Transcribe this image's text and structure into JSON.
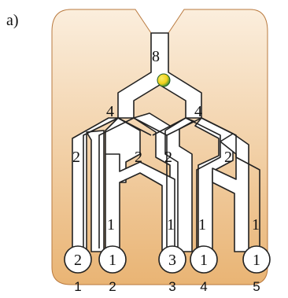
{
  "label": "a)",
  "colors": {
    "board_top": "#fbeedd",
    "board_bottom": "#e9b474",
    "channel": "#ffffff",
    "outline": "#222222",
    "ball_fill": "#f2d21a",
    "ball_accent": "#2f8a3a"
  },
  "junctions": [
    {
      "id": "top",
      "count": "8"
    },
    {
      "id": "left-level1",
      "count": "4"
    },
    {
      "id": "right-level1",
      "count": "4"
    },
    {
      "id": "left-left-level2",
      "count": "2"
    },
    {
      "id": "left-right-level2",
      "count": "2"
    },
    {
      "id": "right-left-level2",
      "count": "2"
    },
    {
      "id": "right-right-level2",
      "count": "2"
    },
    {
      "id": "branch-a",
      "count": "1"
    },
    {
      "id": "branch-b",
      "count": "1"
    },
    {
      "id": "branch-c",
      "count": "1"
    },
    {
      "id": "branch-d",
      "count": "1"
    }
  ],
  "bins": [
    {
      "count": "2",
      "index": "1"
    },
    {
      "count": "1",
      "index": "2"
    },
    {
      "count": "3",
      "index": "3"
    },
    {
      "count": "1",
      "index": "4"
    },
    {
      "count": "1",
      "index": "5"
    }
  ]
}
